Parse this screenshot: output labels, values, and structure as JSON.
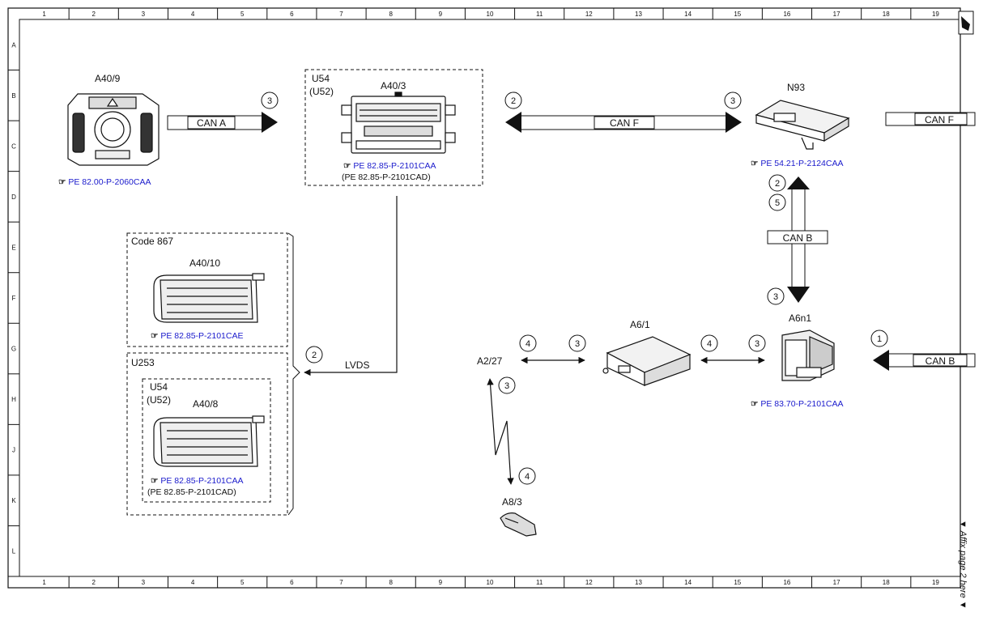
{
  "colors": {
    "line": "#111111",
    "ref_link": "#1a1acc",
    "ref_plain": "#111111",
    "background": "#ffffff"
  },
  "ruler": {
    "columns": [
      "1",
      "2",
      "3",
      "4",
      "5",
      "6",
      "7",
      "8",
      "9",
      "10",
      "11",
      "12",
      "13",
      "14",
      "15",
      "16",
      "17",
      "18",
      "19"
    ],
    "rows": [
      "A",
      "B",
      "C",
      "D",
      "E",
      "F",
      "G",
      "H",
      "J",
      "K",
      "L"
    ]
  },
  "components": {
    "a40_9": {
      "label": "A40/9",
      "ref": "PE 82.00-P-2060CAA"
    },
    "u54_top": {
      "label1": "U54",
      "label2": "(U52)",
      "device": "A40/3",
      "ref": "PE 82.85-P-2101CAA",
      "ref_alt": "(PE 82.85-P-2101CAD)"
    },
    "n93": {
      "label": "N93",
      "ref": "PE 54.21-P-2124CAA"
    },
    "code867": {
      "label": "Code 867",
      "device": "A40/10",
      "ref": "PE 82.85-P-2101CAE"
    },
    "u253": {
      "label": "U253"
    },
    "u54_inner": {
      "label1": "U54",
      "label2": "(U52)",
      "device": "A40/8",
      "ref": "PE 82.85-P-2101CAA",
      "ref_alt": "(PE 82.85-P-2101CAD)"
    },
    "a6_1": {
      "label": "A6/1"
    },
    "a6n1": {
      "label": "A6n1",
      "ref": "PE 83.70-P-2101CAA"
    },
    "a2_27": {
      "label": "A2/27"
    },
    "a8_3": {
      "label": "A8/3"
    }
  },
  "buses": {
    "can_a": "CAN A",
    "can_f_mid": "CAN F",
    "can_f_right": "CAN F",
    "can_b_vert": "CAN B",
    "can_b_right": "CAN B",
    "lvds": "LVDS"
  },
  "markers": {
    "m_can_a": "3",
    "m_can_f_left": "2",
    "m_can_f_right": "3",
    "m_n93_down_a": "2",
    "m_n93_down_b": "5",
    "m_can_b_down": "3",
    "m_lvds": "2",
    "m_a227_right_1": "4",
    "m_a227_right_2": "3",
    "m_a61_right_1": "4",
    "m_a61_right_2": "3",
    "m_can_b_right": "1",
    "m_radio_up": "3",
    "m_radio_down": "4"
  },
  "side_note": "▼ Affix page 2 here ▼"
}
